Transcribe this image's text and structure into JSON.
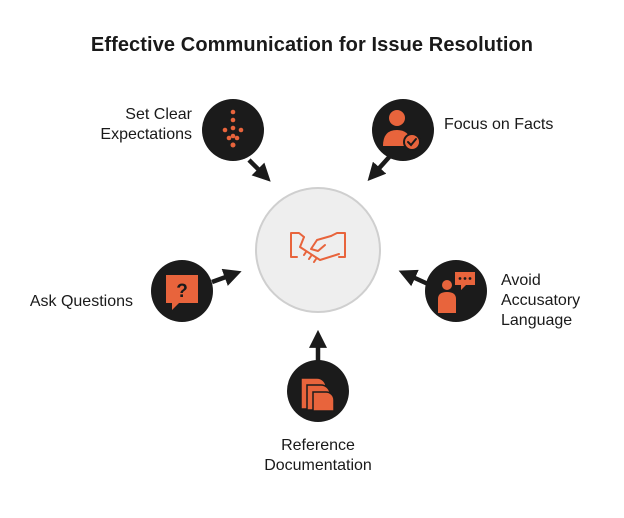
{
  "title": "Effective Communication for Issue Resolution",
  "colors": {
    "accent": "#e8643c",
    "dark": "#1b1b1b",
    "center_fill": "#eeeeee",
    "center_stroke": "#cfcfcf"
  },
  "center": {
    "icon": "handshake-icon"
  },
  "nodes": [
    {
      "id": "set-clear-expectations",
      "label_lines": [
        "Set Clear",
        "Expectations"
      ],
      "icon": "dotted-arrow-down-icon"
    },
    {
      "id": "focus-on-facts",
      "label_lines": [
        "Focus on Facts"
      ],
      "icon": "person-check-icon"
    },
    {
      "id": "ask-questions",
      "label_lines": [
        "Ask Questions"
      ],
      "icon": "question-bubble-icon"
    },
    {
      "id": "avoid-accusatory-language",
      "label_lines": [
        "Avoid",
        "Accusatory",
        "Language"
      ],
      "icon": "person-speech-icon"
    },
    {
      "id": "reference-documentation",
      "label_lines": [
        "Reference",
        "Documentation"
      ],
      "icon": "stacked-documents-icon"
    }
  ]
}
